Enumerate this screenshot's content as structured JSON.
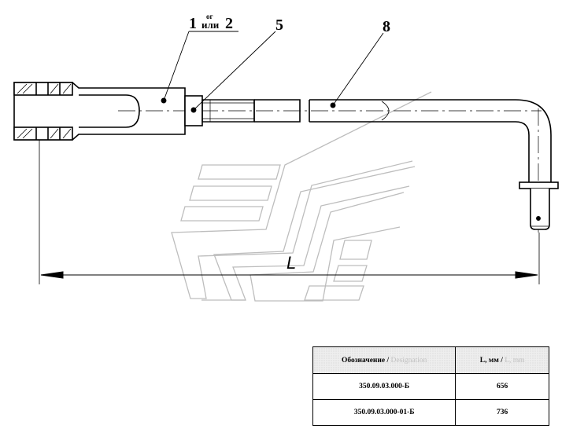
{
  "callouts": {
    "part_1": "1",
    "part_1_sub": "ог",
    "part_or": "или",
    "part_2": "2",
    "part_5": "5",
    "part_8": "8"
  },
  "dimension": {
    "label": "L"
  },
  "table": {
    "header": {
      "designation_ru": "Обозначение",
      "separator": " / ",
      "designation_en": "Designation",
      "length_ru": "L, мм",
      "length_en": "L, mm"
    },
    "rows": [
      {
        "designation": "350.09.03.000-Б",
        "length": "656"
      },
      {
        "designation": "350.09.03.000-01-Б",
        "length": "736"
      }
    ]
  },
  "colors": {
    "line": "#000000",
    "watermark": "#bdbdbd"
  }
}
